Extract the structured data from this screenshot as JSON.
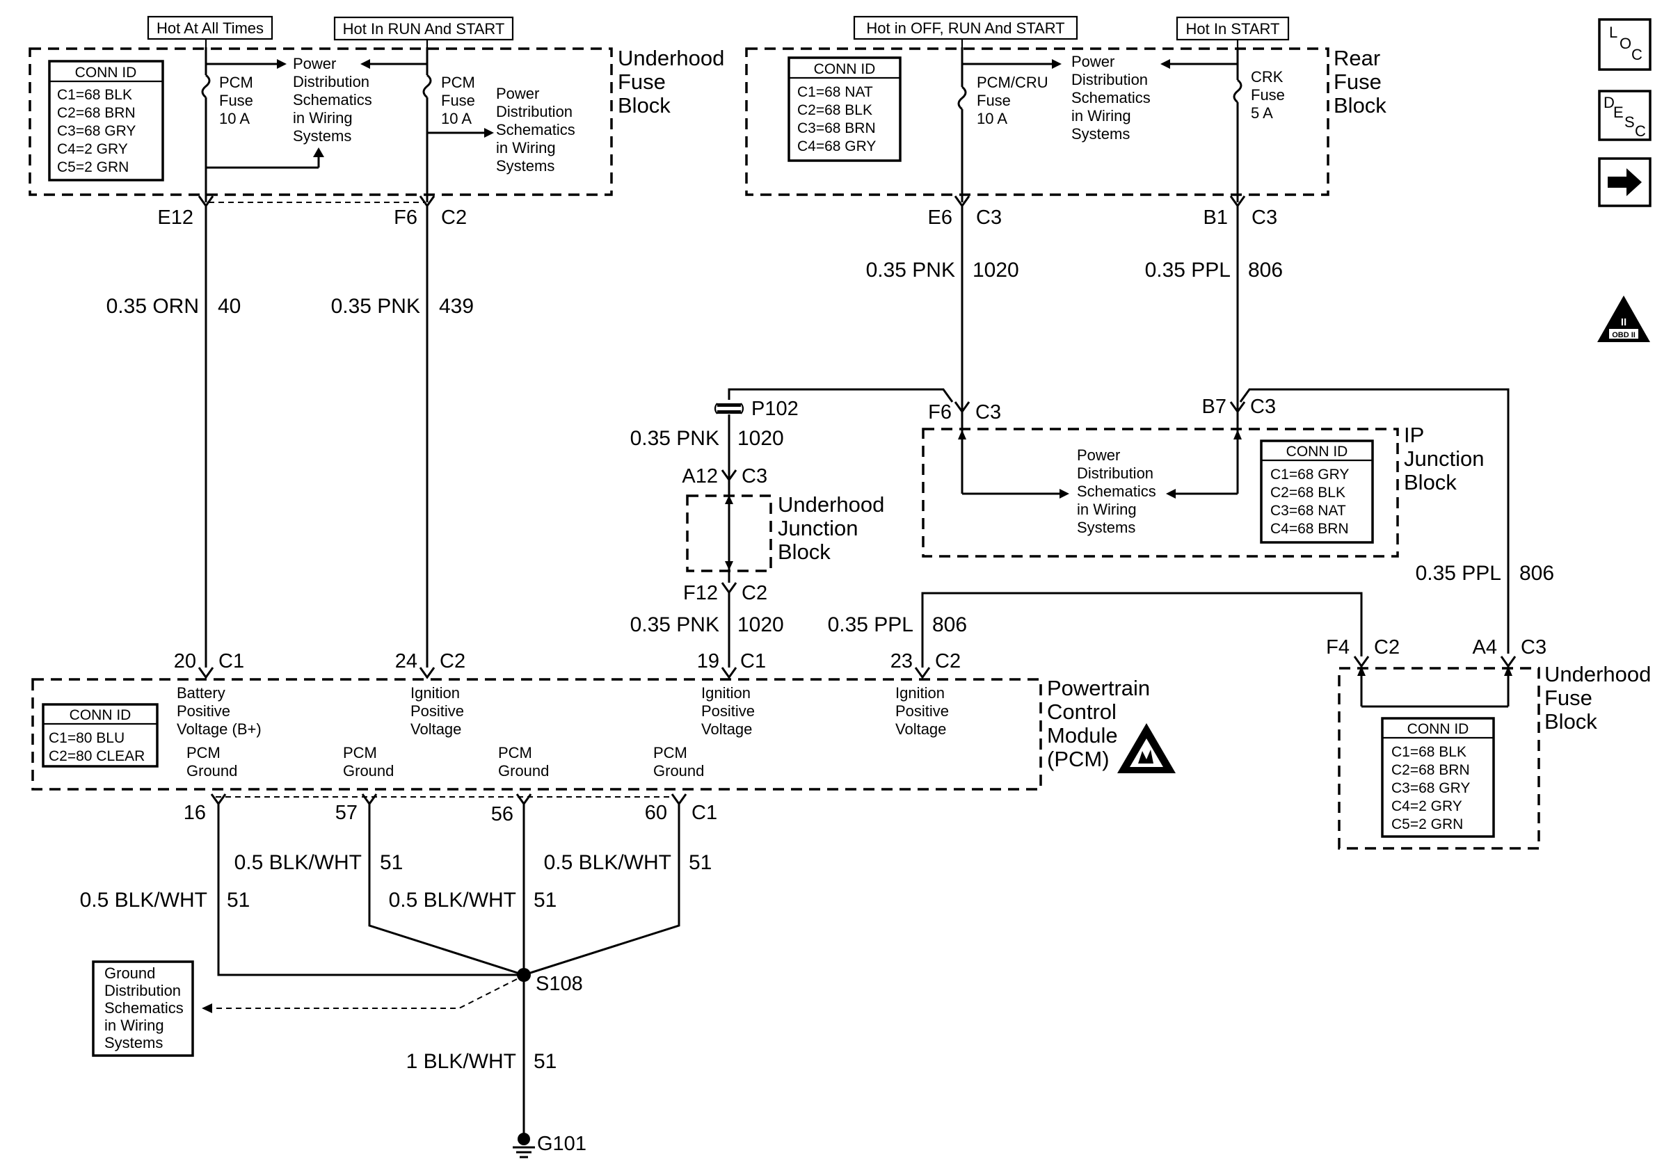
{
  "hot": {
    "all_times": "Hot At All Times",
    "run_start": "Hot In RUN And START",
    "off_run_start": "Hot in OFF, RUN And START",
    "start": "Hot In START"
  },
  "underhood_fuse_block_top": {
    "name": [
      "Underhood",
      "Fuse",
      "Block"
    ],
    "conn_title": "CONN ID",
    "conn": [
      "C1=68 BLK",
      "C2=68 BRN",
      "C3=68 GRY",
      "C4=2 GRY",
      "C5=2 GRN"
    ],
    "fuse1": [
      "PCM",
      "Fuse",
      "10 A"
    ],
    "fuse2": [
      "PCM",
      "Fuse",
      "10 A"
    ],
    "pd1": [
      "Power",
      "Distribution",
      "Schematics",
      "in Wiring",
      "Systems"
    ],
    "pd2": [
      "Power",
      "Distribution",
      "Schematics",
      "in Wiring",
      "Systems"
    ]
  },
  "rear_fuse_block": {
    "name": [
      "Rear",
      "Fuse",
      "Block"
    ],
    "conn_title": "CONN ID",
    "conn": [
      "C1=68 NAT",
      "C2=68 BLK",
      "C3=68 BRN",
      "C4=68 GRY"
    ],
    "fuse1": [
      "PCM/CRU",
      "Fuse",
      "10 A"
    ],
    "fuse2": [
      "CRK",
      "Fuse",
      "5 A"
    ],
    "pd": [
      "Power",
      "Distribution",
      "Schematics",
      "in Wiring",
      "Systems"
    ]
  },
  "ip_junction_block": {
    "name": [
      "IP",
      "Junction",
      "Block"
    ],
    "conn_title": "CONN ID",
    "conn": [
      "C1=68 GRY",
      "C2=68 BLK",
      "C3=68 NAT",
      "C4=68 BRN"
    ],
    "pd": [
      "Power",
      "Distribution",
      "Schematics",
      "in Wiring",
      "Systems"
    ]
  },
  "underhood_junction_block": {
    "name": [
      "Underhood",
      "Junction",
      "Block"
    ]
  },
  "underhood_fuse_block_right": {
    "name": [
      "Underhood",
      "Fuse",
      "Block"
    ],
    "conn_title": "CONN ID",
    "conn": [
      "C1=68 BLK",
      "C2=68 BRN",
      "C3=68 GRY",
      "C4=2 GRY",
      "C5=2 GRN"
    ]
  },
  "pcm": {
    "name": [
      "Powertrain",
      "Control",
      "Module",
      "(PCM)"
    ],
    "conn_title": "CONN ID",
    "conn": [
      "C1=80 BLU",
      "C2=80 CLEAR"
    ],
    "bat": [
      "Battery",
      "Positive",
      "Voltage (B+)"
    ],
    "ign": [
      "Ignition",
      "Positive",
      "Voltage"
    ],
    "gnd": [
      "PCM",
      "Ground"
    ]
  },
  "ground_dist": [
    "Ground",
    "Distribution",
    "Schematics",
    "in Wiring",
    "Systems"
  ],
  "pins": {
    "e12": "E12",
    "f6a": "F6",
    "c2a": "C2",
    "e6": "E6",
    "c3a": "C3",
    "b1": "B1",
    "c3b": "C3",
    "f6b": "F6",
    "c3c": "C3",
    "b7": "B7",
    "c3d": "C3",
    "a12": "A12",
    "c3e": "C3",
    "f12": "F12",
    "c2b": "C2",
    "n20": "20",
    "c1a": "C1",
    "n24": "24",
    "c2c": "C2",
    "n19": "19",
    "c1b": "C1",
    "n23": "23",
    "c2d": "C2",
    "f4": "F4",
    "c2e": "C2",
    "a4": "A4",
    "c3f": "C3",
    "n16": "16",
    "n57": "57",
    "n56": "56",
    "n60": "60",
    "c1c": "C1"
  },
  "wires": {
    "w1_g": "0.35 ORN",
    "w1_c": "40",
    "w2_g": "0.35 PNK",
    "w2_c": "439",
    "w3_g": "0.35 PNK",
    "w3_c": "1020",
    "w4_g": "0.35 PPL",
    "w4_c": "806",
    "w5_g": "0.35 PNK",
    "w5_c": "1020",
    "w6_g": "0.35 PNK",
    "w6_c": "1020",
    "w7_g": "0.35 PPL",
    "w7_c": "806",
    "w8_g": "0.35 PPL",
    "w8_c": "806",
    "g1_g": "0.5 BLK/WHT",
    "g1_c": "51",
    "g2_g": "0.5 BLK/WHT",
    "g2_c": "51",
    "g3_g": "0.5 BLK/WHT",
    "g3_c": "51",
    "g4_g": "0.5 BLK/WHT",
    "g4_c": "51",
    "g5_g": "1 BLK/WHT",
    "g5_c": "51"
  },
  "splices": {
    "p102": "P102",
    "s108": "S108",
    "g101": "G101"
  },
  "icons": {
    "loc": [
      "L",
      "O",
      "C"
    ],
    "desc": [
      "D",
      "E",
      "S",
      "C"
    ],
    "next": "arrow-right-icon",
    "obd": [
      "II",
      "OBD II"
    ],
    "esd": "esd-warning-icon"
  }
}
